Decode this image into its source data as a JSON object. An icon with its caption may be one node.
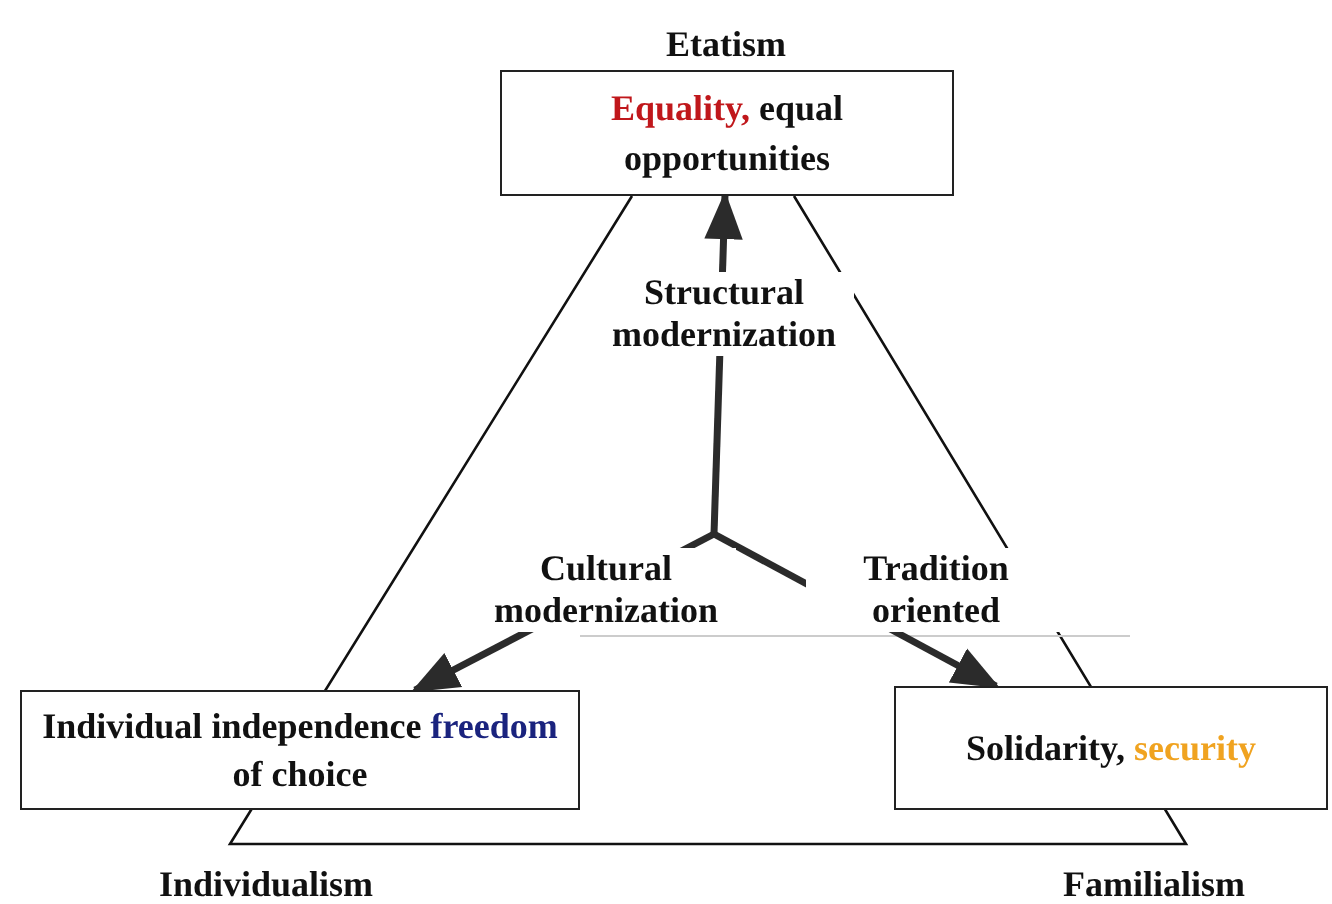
{
  "diagram": {
    "nodes": [
      {
        "text": [
          "Equality, equal opportunities"
        ],
        "beside": [
          "Etatism"
        ]
      },
      {
        "text": [
          "Individual independence freedom of choice"
        ],
        "beside": [
          "Individualism"
        ]
      },
      {
        "text": [
          "Solidarity, security"
        ],
        "beside": [
          "Familialism"
        ]
      }
    ],
    "edges": [
      {
        "from": null,
        "to": 0,
        "arrow": "to",
        "label": "Structural modernization"
      },
      {
        "from": null,
        "to": 1,
        "arrow": "to",
        "label": "Cultural modernization"
      },
      {
        "from": null,
        "to": 2,
        "arrow": "to",
        "label": "Tradition oriented"
      }
    ]
  }
}
